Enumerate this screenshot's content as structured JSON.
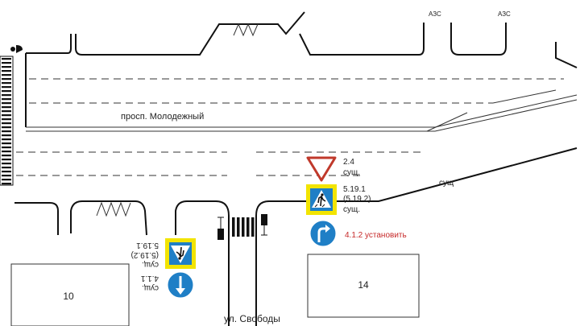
{
  "streets": {
    "main_avenue": "просп. Молодежный",
    "side_street": "ул. Свободы"
  },
  "gas_stations": [
    "АЗС",
    "АЗС"
  ],
  "blocks": {
    "left_building": "10",
    "right_building": "14"
  },
  "signs_right": {
    "yield_code": "2.4",
    "yield_status": "сущ.",
    "crosswalk_code": "5.19.1",
    "crosswalk_alt_code": "(5.19.2)",
    "crosswalk_status": "сущ.",
    "turn_code": "4.1.2 установить"
  },
  "signs_left": {
    "crosswalk_code": "5.19.1",
    "crosswalk_alt_code": "(5.19.2)",
    "crosswalk_status": "сущ.",
    "direction_code": "4.1.1",
    "direction_status": "сущ."
  },
  "edge_note": "сущ",
  "colors": {
    "sign_yellow": "#f2e400",
    "sign_blue": "#1f7fc6",
    "yield_red": "#c0392b",
    "note_red": "#c62828",
    "line": "#111111"
  }
}
